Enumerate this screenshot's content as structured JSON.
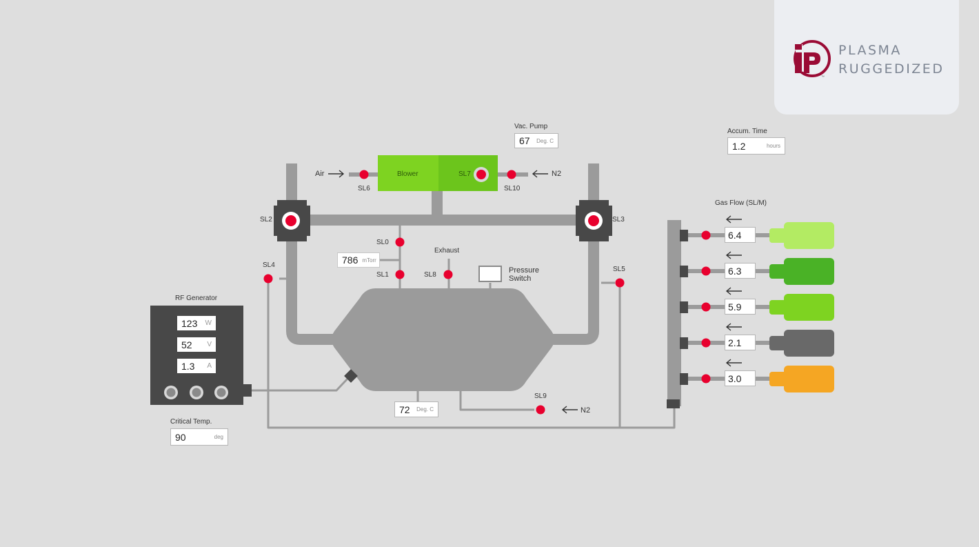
{
  "brand": {
    "line1": "PLASMA",
    "line2": "RUGGEDIZED",
    "tm": "™"
  },
  "vac_pump": {
    "label": "Vac. Pump",
    "value": "67",
    "unit": "Deg. C"
  },
  "accum_time": {
    "label": "Accum. Time",
    "value": "1.2",
    "unit": "hours"
  },
  "valves": {
    "sl0": "SL0",
    "sl1": "SL1",
    "sl2": "SL2",
    "sl3": "SL3",
    "sl4": "SL4",
    "sl5": "SL5",
    "sl6": "SL6",
    "sl7": "SL7",
    "sl8": "SL8",
    "sl9": "SL9",
    "sl10": "SL10"
  },
  "inlets": {
    "air": "Air",
    "n2_top": "N2",
    "n2_bottom": "N2"
  },
  "blower": {
    "label": "Blower"
  },
  "exhaust": {
    "label": "Exhaust"
  },
  "pressure_switch": {
    "line1": "Pressure",
    "line2": "Switch"
  },
  "pressure": {
    "value": "786",
    "unit": "mTorr"
  },
  "chamber_temp": {
    "value": "72",
    "unit": "Deg. C"
  },
  "rf_generator": {
    "label": "RF Generator",
    "readouts": [
      {
        "value": "123",
        "unit": "W"
      },
      {
        "value": "52",
        "unit": "V"
      },
      {
        "value": "1.3",
        "unit": "A"
      }
    ]
  },
  "critical_temp": {
    "label": "Critical Temp.",
    "value": "90",
    "unit": "deg"
  },
  "gas_flow": {
    "label": "Gas Flow (SL/M)",
    "channels": [
      {
        "value": "6.4",
        "color": "#b3eb63"
      },
      {
        "value": "6.3",
        "color": "#4ab226"
      },
      {
        "value": "5.9",
        "color": "#7ed321"
      },
      {
        "value": "2.1",
        "color": "#696969"
      },
      {
        "value": "3.0",
        "color": "#f5a623"
      }
    ]
  },
  "colors": {
    "pipe": "#9b9b9b",
    "valve": "#e8002e",
    "dark": "#484848",
    "blower": "#7ed321",
    "brand": "#9a0b35"
  }
}
